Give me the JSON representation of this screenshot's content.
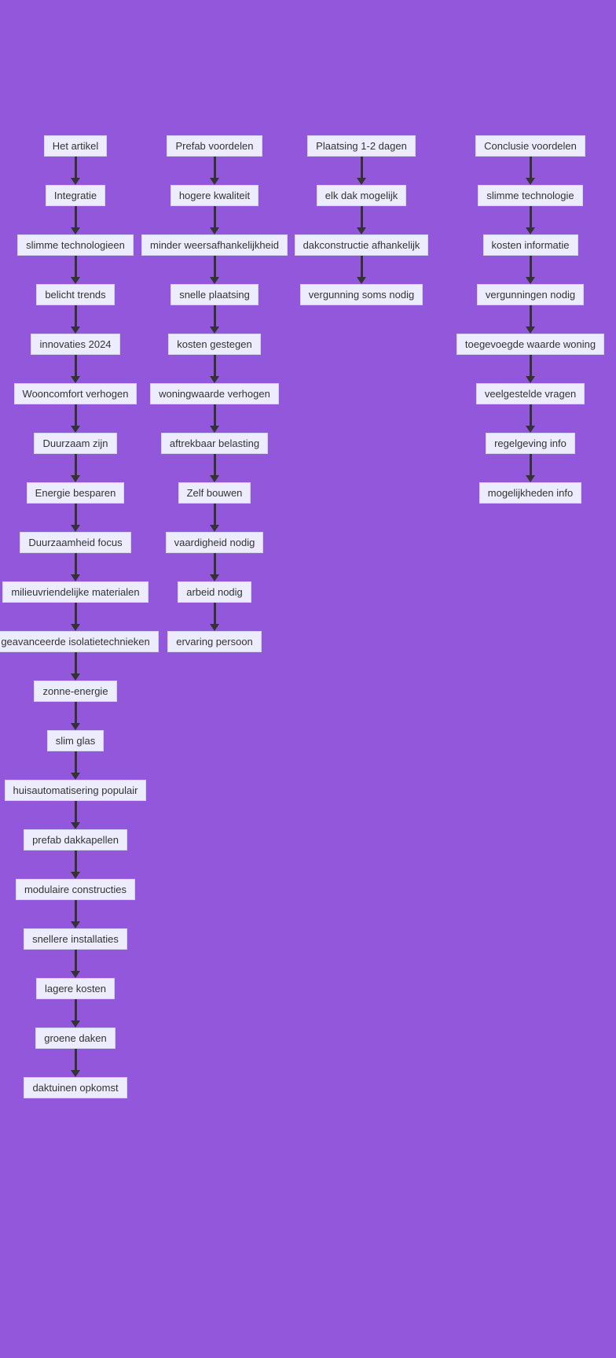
{
  "diagram": {
    "type": "flowchart",
    "direction": "top-to-bottom",
    "background_color": "#9357dc",
    "node_fill_color": "#ececfc",
    "node_border_color": "#d3d3ec",
    "node_text_color": "#333333",
    "edge_color": "#333333",
    "columns": [
      {
        "id": "col-0",
        "name": "het-artikel-chain",
        "nodes": [
          "Het artikel",
          "Integratie",
          "slimme technologieen",
          "belicht trends",
          "innovaties 2024",
          "Wooncomfort verhogen",
          "Duurzaam zijn",
          "Energie besparen",
          "Duurzaamheid focus",
          "milieuvriendelijke materialen",
          "geavanceerde isolatietechnieken",
          "zonne-energie",
          "slim glas",
          "huisautomatisering populair",
          "prefab dakkapellen",
          "modulaire constructies",
          "snellere installaties",
          "lagere kosten",
          "groene daken",
          "daktuinen opkomst"
        ]
      },
      {
        "id": "col-1",
        "name": "prefab-voordelen-chain",
        "nodes": [
          "Prefab voordelen",
          "hogere kwaliteit",
          "minder weersafhankelijkheid",
          "snelle plaatsing",
          "kosten gestegen",
          "woningwaarde verhogen",
          "aftrekbaar belasting",
          "Zelf bouwen",
          "vaardigheid nodig",
          "arbeid nodig",
          "ervaring persoon"
        ]
      },
      {
        "id": "col-2",
        "name": "plaatsing-chain",
        "nodes": [
          "Plaatsing 1-2 dagen",
          "elk dak mogelijk",
          "dakconstructie afhankelijk",
          "vergunning soms nodig"
        ]
      },
      {
        "id": "col-3",
        "name": "conclusie-voordelen-chain",
        "nodes": [
          "Conclusie voordelen",
          "slimme technologie",
          "kosten informatie",
          "vergunningen nodig",
          "toegevoegde waarde woning",
          "veelgestelde vragen",
          "regelgeving info",
          "mogelijkheden info"
        ]
      }
    ]
  }
}
